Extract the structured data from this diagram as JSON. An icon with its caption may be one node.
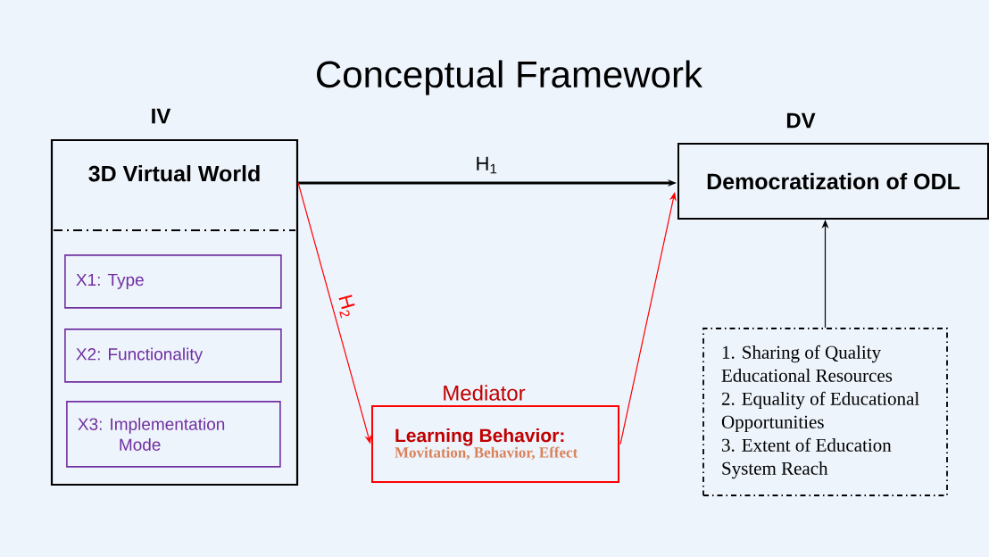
{
  "diagram": {
    "title": "Conceptual Framework",
    "nodes": [
      {
        "text": [
          "3D Virtual World"
        ],
        "beside": [
          "IV"
        ]
      },
      {
        "text": [
          "X1: Type"
        ],
        "in": 0
      },
      {
        "text": [
          "X2:   Functionality"
        ],
        "in": 0
      },
      {
        "text": [
          "X3:  Implementation Mode"
        ],
        "in": 0
      },
      {
        "text": [
          "Democratization of ODL"
        ],
        "beside": [
          "DV"
        ]
      },
      {
        "text": [
          "Learning Behavior:",
          "Movitation, Behavior, Effect"
        ],
        "beside": [
          "Mediator"
        ]
      },
      {
        "text": [
          "1. Sharing of Quality Educational Resources",
          "2. Equality of Educational Opportunities",
          "3. Extent of Education System Reach"
        ]
      }
    ],
    "edges": [
      {
        "from": 0,
        "to": 4,
        "arrow": "to",
        "label": "H$_{1}$",
        "style": "thick"
      },
      {
        "from": 0,
        "to": 5,
        "arrow": "to",
        "label": "H$_{2}$",
        "color": "#ff0000"
      },
      {
        "from": 5,
        "to": 4,
        "arrow": "to",
        "color": "#ff0000"
      },
      {
        "from": 6,
        "to": 4,
        "arrow": "to"
      }
    ]
  }
}
